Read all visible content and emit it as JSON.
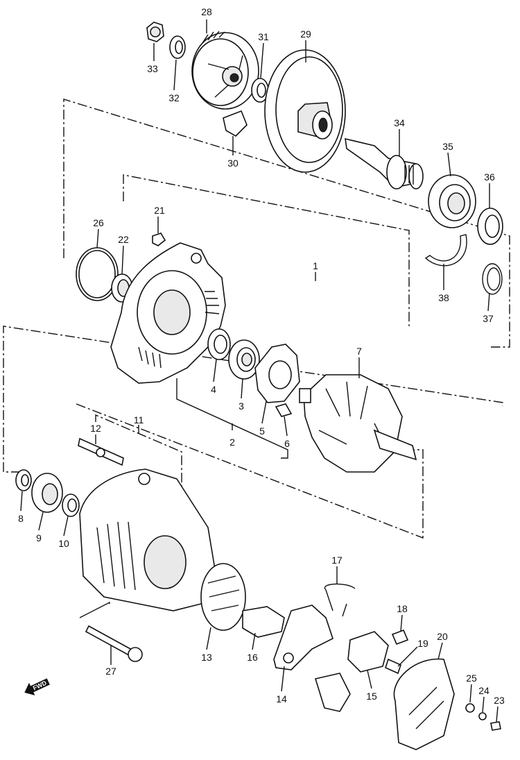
{
  "callouts": {
    "c1": "1",
    "c2": "2",
    "c3": "3",
    "c4": "4",
    "c5": "5",
    "c6": "6",
    "c7": "7",
    "c8": "8",
    "c9": "9",
    "c10": "10",
    "c11": "11",
    "c12": "12",
    "c13": "13",
    "c14": "14",
    "c15": "15",
    "c16": "16",
    "c17": "17",
    "c18": "18",
    "c19": "19",
    "c20": "20",
    "c21": "21",
    "c22": "22",
    "c23": "23",
    "c24": "24",
    "c25": "25",
    "c26": "26",
    "c27": "27",
    "c28": "28",
    "c29": "29",
    "c30": "30",
    "c31": "31",
    "c32": "32",
    "c33": "33",
    "c34": "34",
    "c35": "35",
    "c36": "36",
    "c37": "37",
    "c38": "38"
  },
  "direction_marker": "FWD"
}
